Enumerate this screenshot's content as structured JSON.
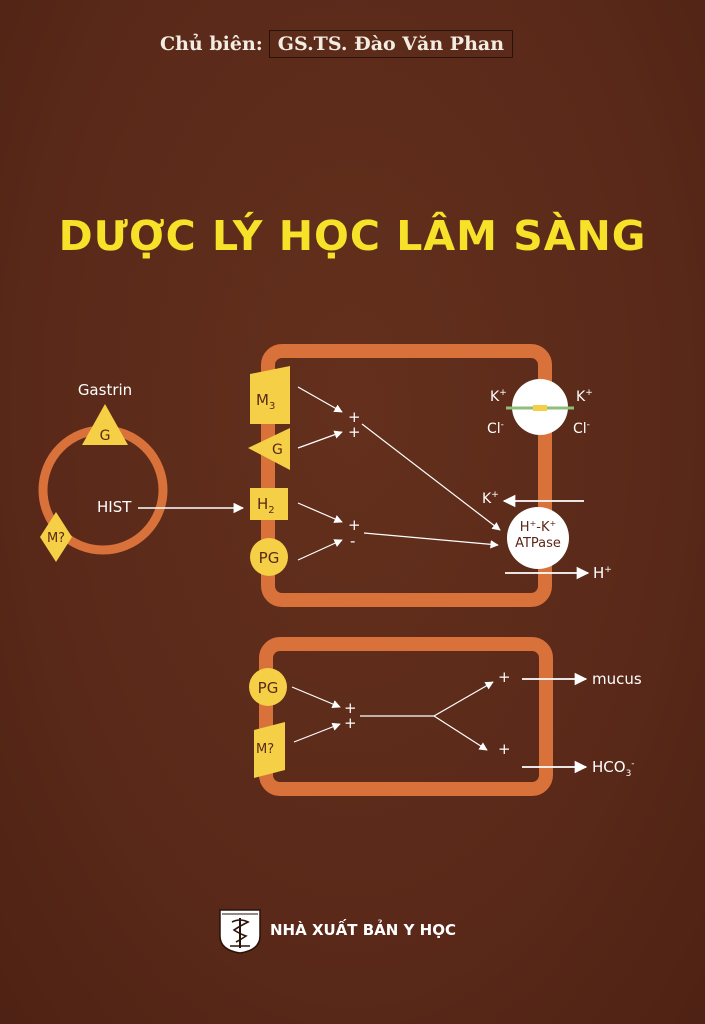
{
  "cover": {
    "editor_prefix": "Chủ biên:",
    "editor_name": "GS.TS. Đào Văn Phan",
    "title": "DƯỢC LÝ HỌC LÂM SÀNG",
    "publisher": "NHÀ XUẤT BẢN Y HỌC"
  },
  "diagram": {
    "gastrin": "Gastrin",
    "g": "G",
    "hist": "HIST",
    "m_q": "M?",
    "m": "M",
    "m_sub": "3",
    "h": "H",
    "h_sub": "2",
    "pg": "PG",
    "plus": "+",
    "minus": "-",
    "k": "K",
    "cl": "Cl",
    "sup_plus": "+",
    "sup_minus": "-",
    "atp_line1_a": "H",
    "atp_line1_b": "-K",
    "atpase": "ATPase",
    "h_out": "H",
    "mucus": "mucus",
    "hco": "HCO",
    "hco_sub": "3"
  },
  "colors": {
    "background": "#5a2919",
    "title": "#f5e229",
    "cell_border": "#d9713a",
    "receptor": "#f5cf45"
  }
}
